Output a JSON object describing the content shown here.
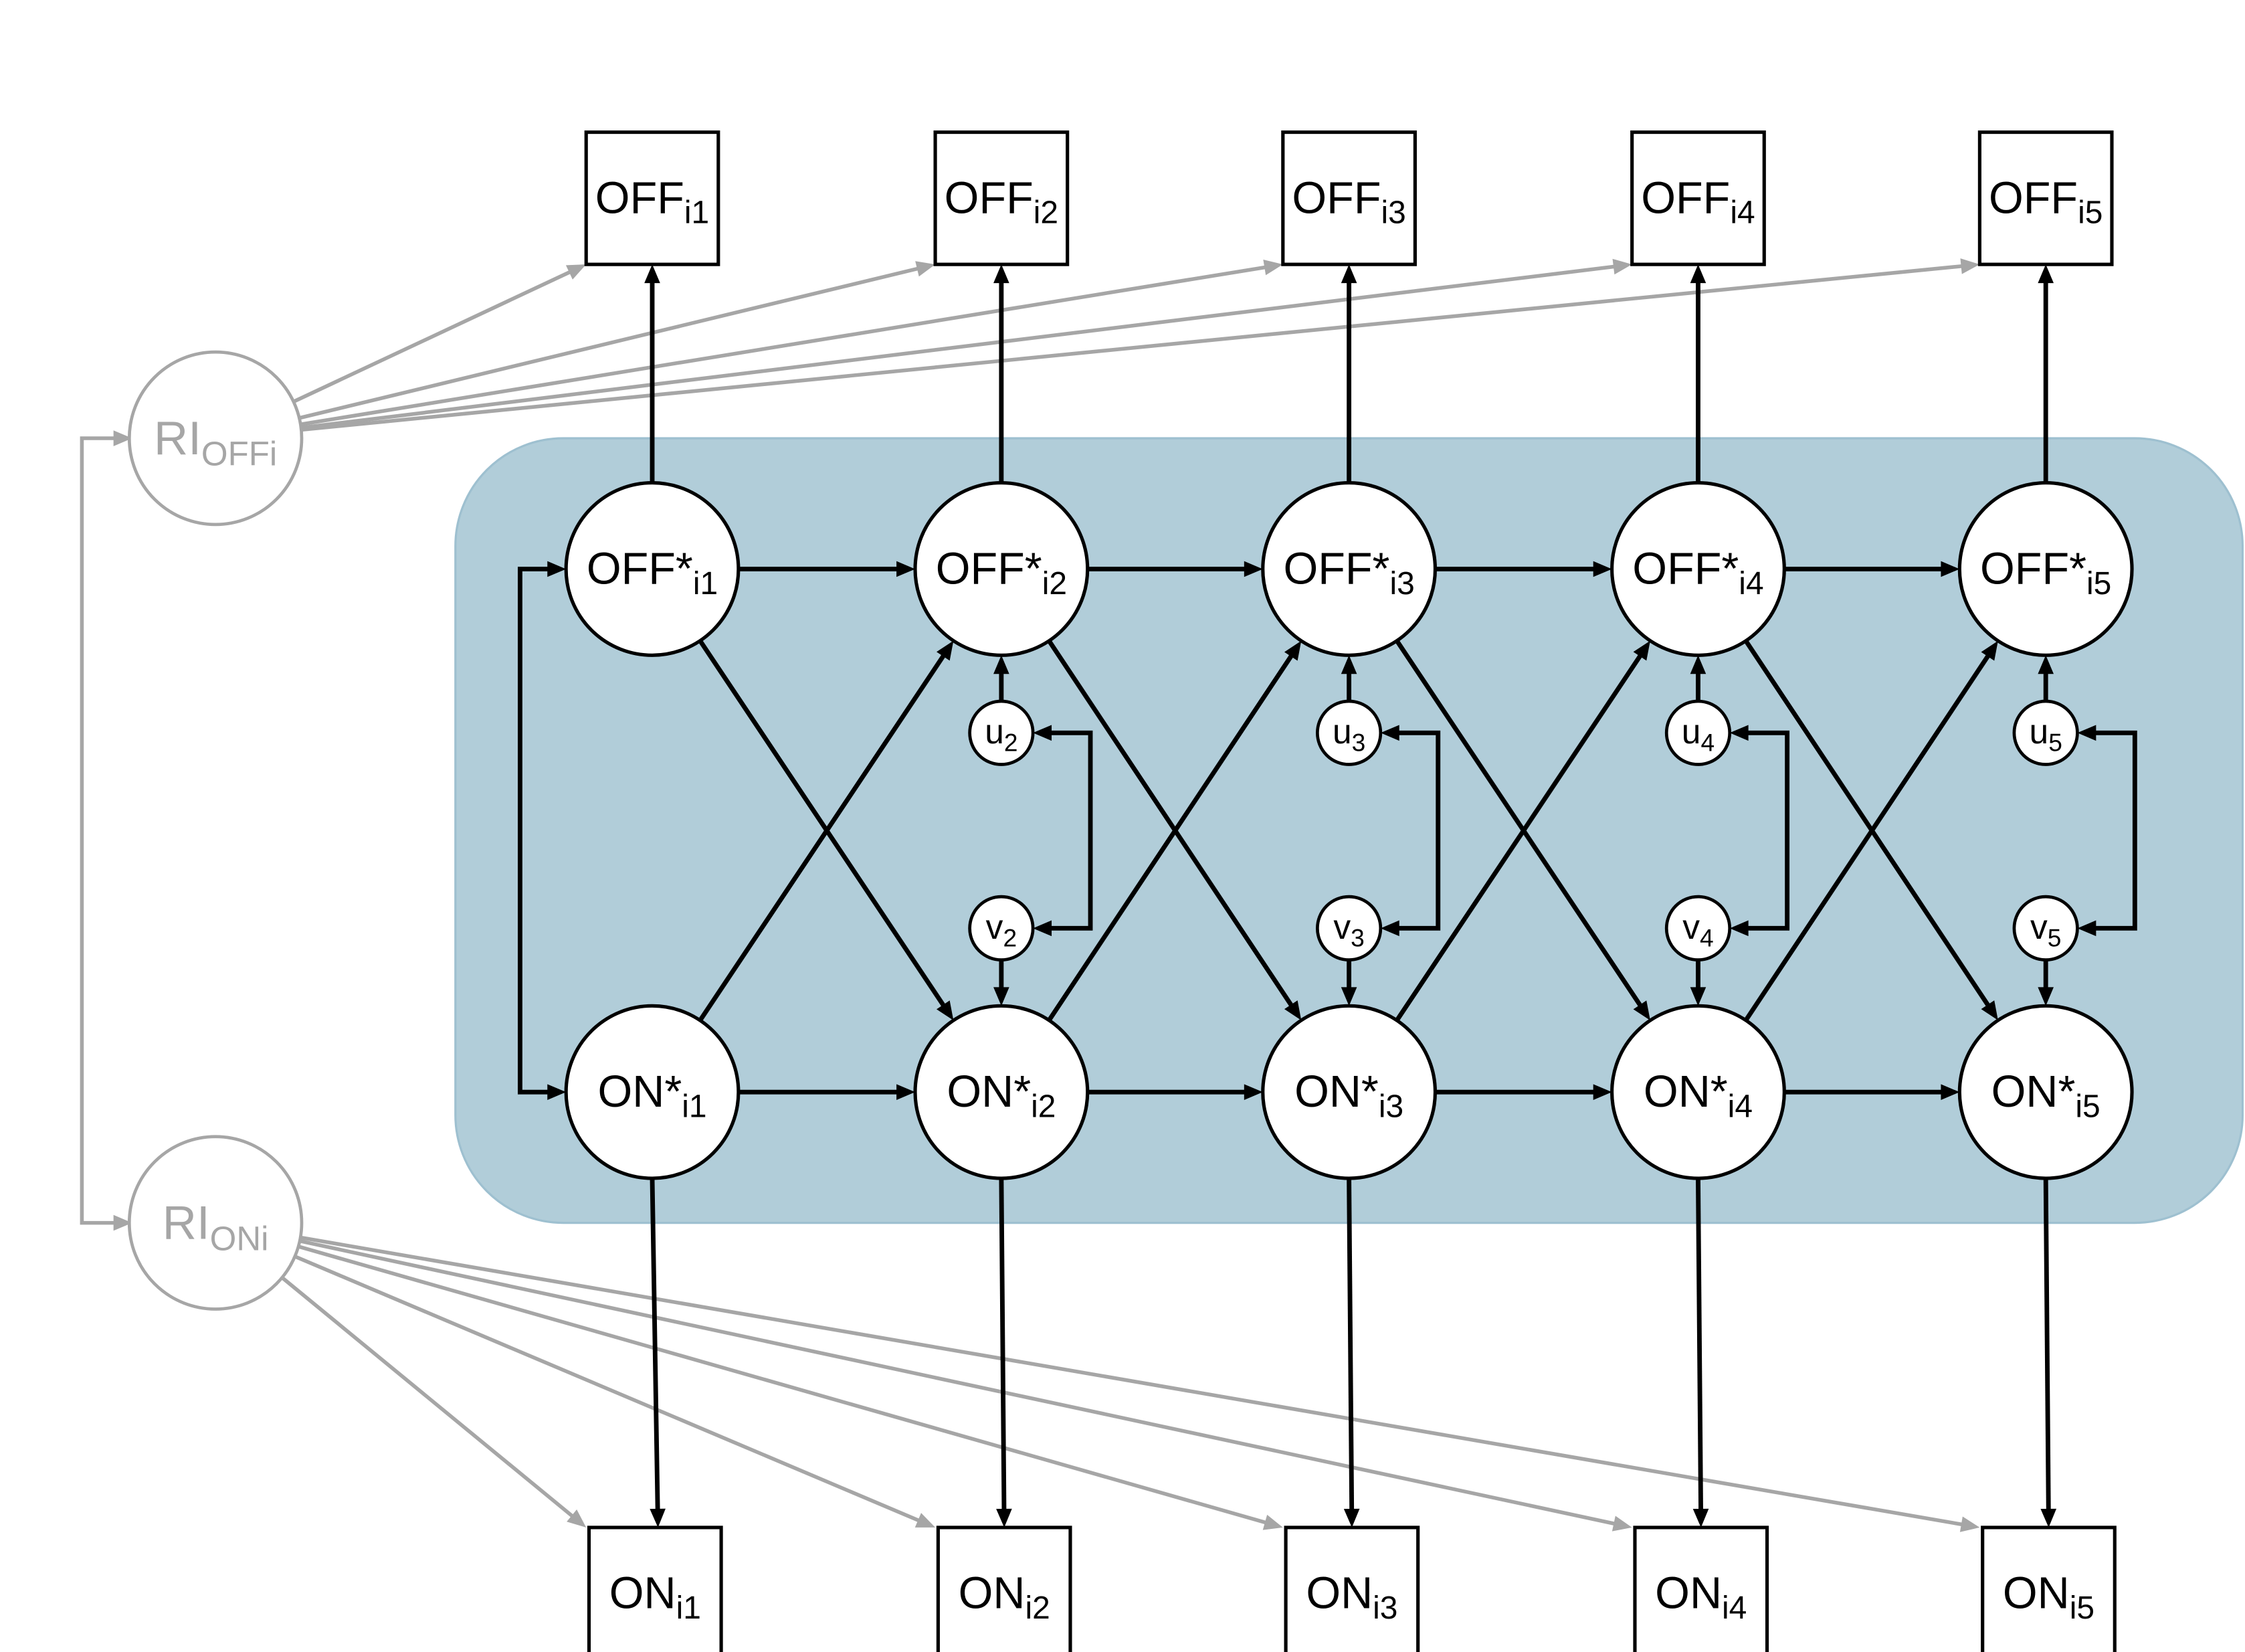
{
  "colors": {
    "panel_fill": "#b1cdd9",
    "panel_stroke": "#9ec0d0",
    "black": "#000000",
    "gray": "#a6a6a6"
  },
  "random_intercepts": [
    {
      "id": "ri_off",
      "base": "RI",
      "sub": "OFFi"
    },
    {
      "id": "ri_on",
      "base": "RI",
      "sub": "ONi"
    }
  ],
  "off_observed": [
    {
      "base": "OFF",
      "sub": "i1"
    },
    {
      "base": "OFF",
      "sub": "i2"
    },
    {
      "base": "OFF",
      "sub": "i3"
    },
    {
      "base": "OFF",
      "sub": "i4"
    },
    {
      "base": "OFF",
      "sub": "i5"
    }
  ],
  "on_observed": [
    {
      "base": "ON",
      "sub": "i1"
    },
    {
      "base": "ON",
      "sub": "i2"
    },
    {
      "base": "ON",
      "sub": "i3"
    },
    {
      "base": "ON",
      "sub": "i4"
    },
    {
      "base": "ON",
      "sub": "i5"
    }
  ],
  "off_latent": [
    {
      "base": "OFF*",
      "sub": "i1"
    },
    {
      "base": "OFF*",
      "sub": "i2"
    },
    {
      "base": "OFF*",
      "sub": "i3"
    },
    {
      "base": "OFF*",
      "sub": "i4"
    },
    {
      "base": "OFF*",
      "sub": "i5"
    }
  ],
  "on_latent": [
    {
      "base": "ON*",
      "sub": "i1"
    },
    {
      "base": "ON*",
      "sub": "i2"
    },
    {
      "base": "ON*",
      "sub": "i3"
    },
    {
      "base": "ON*",
      "sub": "i4"
    },
    {
      "base": "ON*",
      "sub": "i5"
    }
  ],
  "u_residuals": [
    {
      "base": "u",
      "sub": "2"
    },
    {
      "base": "u",
      "sub": "3"
    },
    {
      "base": "u",
      "sub": "4"
    },
    {
      "base": "u",
      "sub": "5"
    }
  ],
  "v_residuals": [
    {
      "base": "v",
      "sub": "2"
    },
    {
      "base": "v",
      "sub": "3"
    },
    {
      "base": "v",
      "sub": "4"
    },
    {
      "base": "v",
      "sub": "5"
    }
  ]
}
